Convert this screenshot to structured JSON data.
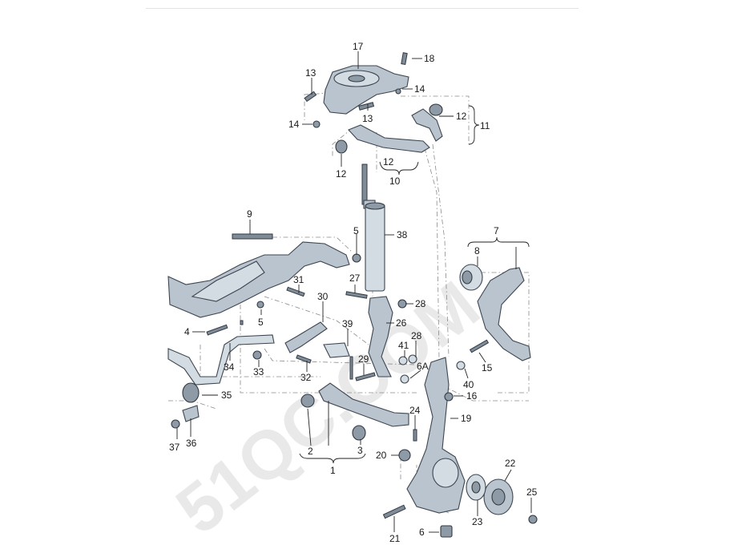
{
  "watermark": "51QC.COM",
  "callouts": {
    "c17": "17",
    "c18": "18",
    "c13a": "13",
    "c14a": "14",
    "c13b": "13",
    "c14b": "14",
    "c12a": "12",
    "c11": "11",
    "c12b": "12",
    "c12c": "12",
    "c10": "10",
    "c9": "9",
    "c5a": "5",
    "c38": "38",
    "c7": "7",
    "c8": "8",
    "c31": "31",
    "c27": "27",
    "c28a": "28",
    "c30": "30",
    "c5b": "5",
    "c4": "4",
    "c26": "26",
    "c39": "39",
    "c41": "41",
    "c28b": "28",
    "c34": "34",
    "c33": "33",
    "c32": "32",
    "c29": "29",
    "c6a": "6A",
    "c40": "40",
    "c15": "15",
    "c35": "35",
    "c16": "16",
    "c19": "19",
    "c24": "24",
    "c2": "2",
    "c3": "3",
    "c1": "1",
    "c20": "20",
    "c37": "37",
    "c36": "36",
    "c22": "22",
    "c25": "25",
    "c23": "23",
    "c21": "21",
    "c6b": "6"
  }
}
